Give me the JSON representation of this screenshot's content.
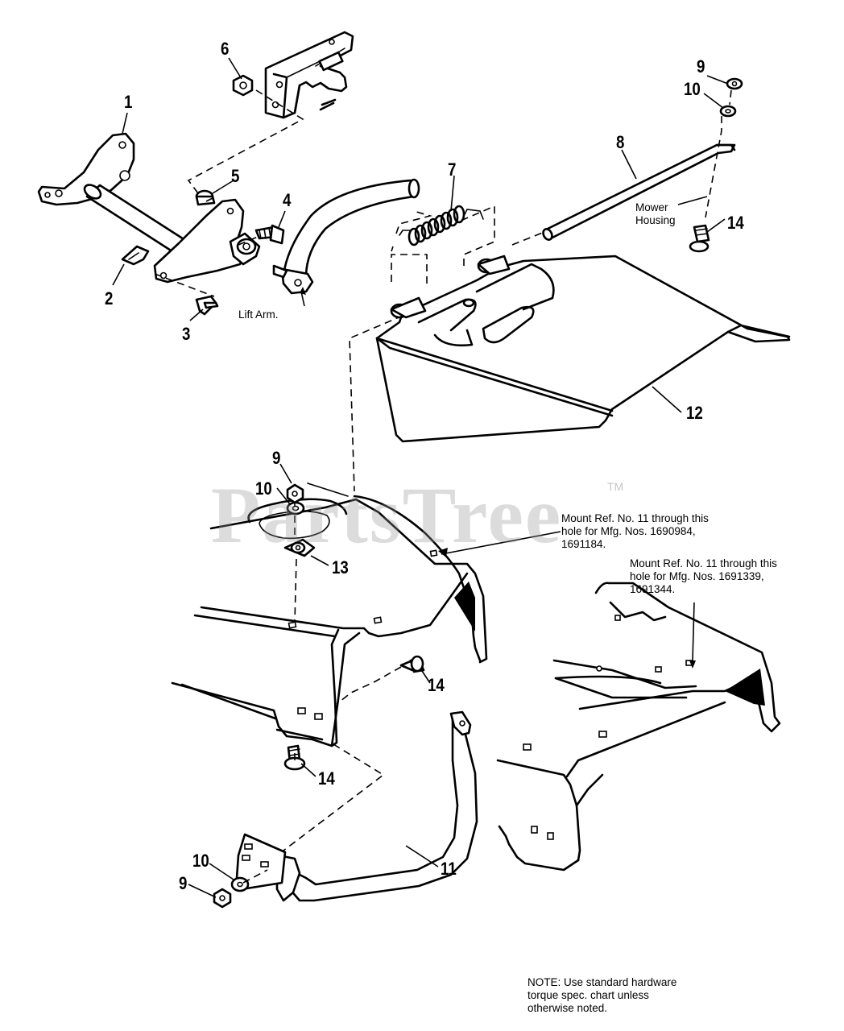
{
  "labels": {
    "p1": "1",
    "p2": "2",
    "p3": "3",
    "p4": "4",
    "p5": "5",
    "p6": "6",
    "p7": "7",
    "p8": "8",
    "p9a": "9",
    "p10a": "10",
    "p14a": "14",
    "p12": "12",
    "p9b": "9",
    "p10b": "10",
    "p13": "13",
    "p14b": "14",
    "p14c": "14",
    "p11": "11",
    "p10c": "10",
    "p9c": "9"
  },
  "annotations": {
    "lift_arm": "Lift Arm.",
    "mower_housing_line1": "Mower",
    "mower_housing_line2": "Housing",
    "mount_ref_a_line1": "Mount Ref. No. 11 through this",
    "mount_ref_a_line2": "hole for Mfg. Nos. 1690984,",
    "mount_ref_a_line3": "1691184.",
    "mount_ref_b_line1": "Mount Ref. No. 11 through this",
    "mount_ref_b_line2": "hole for Mfg. Nos. 1691339,",
    "mount_ref_b_line3": "1691344.",
    "note_line1": "NOTE: Use standard hardware",
    "note_line2": "torque spec. chart unless",
    "note_line3": "otherwise noted."
  },
  "watermark": {
    "text": "PartsTree",
    "trademark": "TM",
    "color": "#9a9a9a"
  }
}
